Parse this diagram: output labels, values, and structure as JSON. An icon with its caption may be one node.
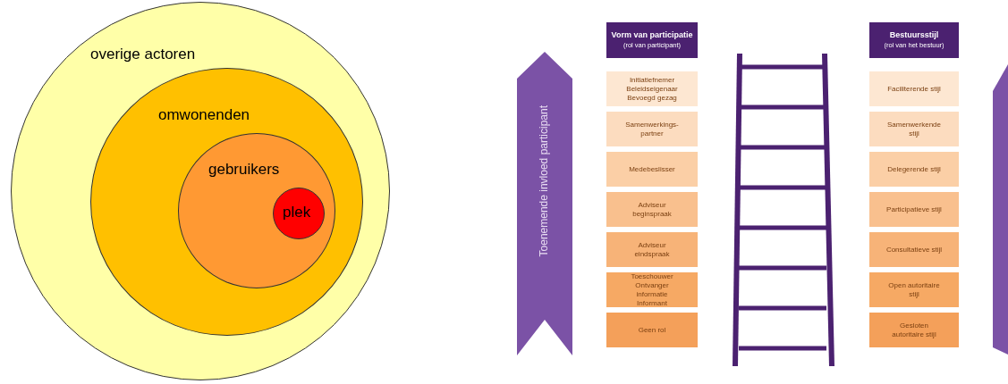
{
  "diagram": {
    "nodes": [
      {
        "text": [
          "overige actoren"
        ]
      },
      {
        "text": [
          "omwonenden"
        ],
        "in": 0
      },
      {
        "text": [
          "gebruikers"
        ],
        "in": 1
      },
      {
        "text": [
          "plek"
        ],
        "in": 2
      },
      {
        "text": [
          "Toenemende invloed participant"
        ]
      },
      {
        "text": [
          "Vorm van participatie",
          "(rol van participant)"
        ]
      },
      {
        "text": [
          "Initiatiefnemer",
          "Beleidseigenaar",
          "Bevoegd gezag"
        ]
      },
      {
        "text": [
          "Samenwerkings- partner"
        ]
      },
      {
        "text": [
          "Medebeslisser"
        ]
      },
      {
        "text": [
          "Adviseur beginspraak"
        ]
      },
      {
        "text": [
          "Adviseur eindspraak"
        ]
      },
      {
        "text": [
          "Toeschouwer",
          "Ontvanger informatie",
          "Informant"
        ]
      },
      {
        "text": [
          "Geen rol"
        ]
      },
      {
        "text": [
          "Bestuursstijl",
          "(rol van het bestuur)"
        ]
      },
      {
        "text": [
          "Faciliterende stijl"
        ]
      },
      {
        "text": [
          "Samenwerkende stijl"
        ]
      },
      {
        "text": [
          "Delegerende stijl"
        ]
      },
      {
        "text": [
          "Participatieve stijl"
        ]
      },
      {
        "text": [
          "Consultatieve stijl"
        ]
      },
      {
        "text": [
          "Open autoritaire stijl"
        ]
      },
      {
        "text": [
          "Gesloten autoritaire stijl"
        ]
      },
      {
        "text": [],
        "shape": "arrow"
      }
    ]
  }
}
